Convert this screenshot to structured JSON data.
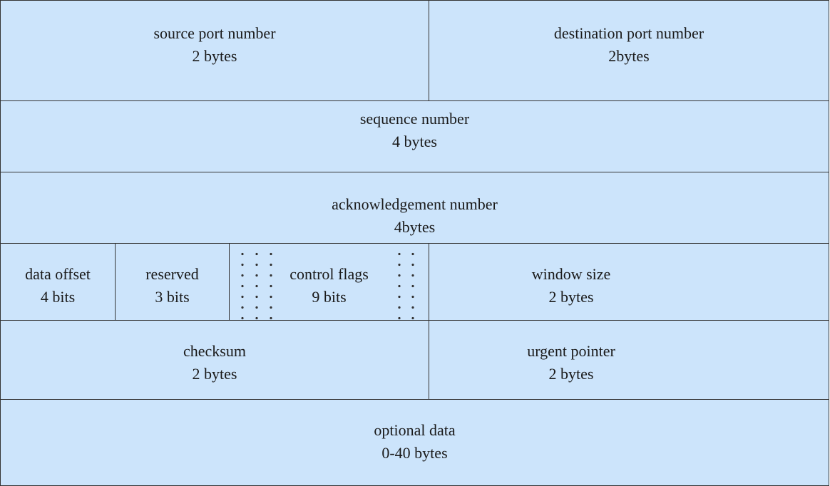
{
  "fields": {
    "source_port": {
      "name": "source port number",
      "size": "2 bytes"
    },
    "destination_port": {
      "name": "destination port number",
      "size": "2bytes"
    },
    "sequence_number": {
      "name": "sequence number",
      "size": "4 bytes"
    },
    "acknowledgement_number": {
      "name": "acknowledgement number",
      "size": "4bytes"
    },
    "data_offset": {
      "name": "data offset",
      "size": "4 bits"
    },
    "reserved": {
      "name": "reserved",
      "size": "3 bits"
    },
    "control_flags": {
      "name": "control flags",
      "size": "9 bits"
    },
    "window_size": {
      "name": "window size",
      "size": "2 bytes"
    },
    "checksum": {
      "name": "checksum",
      "size": "2 bytes"
    },
    "urgent_pointer": {
      "name": "urgent pointer",
      "size": "2 bytes"
    },
    "optional_data": {
      "name": "optional data",
      "size": "0-40 bytes"
    }
  },
  "colors": {
    "cell_fill": "#cce4fb",
    "border": "#333333",
    "text": "#1a1a1a"
  }
}
